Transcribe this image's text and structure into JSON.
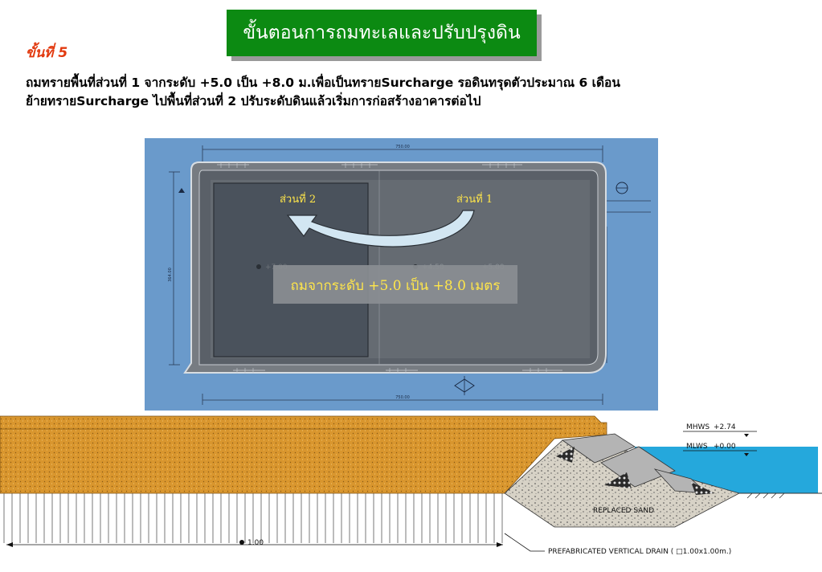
{
  "header": {
    "title": "ขั้นตอนการถมทะเลและปรับปรุงดิน",
    "step": "ขั้นที่ 5",
    "description_line1": "ถมทรายพื้นที่ส่วนที่ 1 จากระดับ +5.0 เป็น +8.0 ม.เพื่อเป็นทรายSurcharge รอดินทรุดตัวประมาณ 6 เดือน",
    "description_line2": "ย้ายทรายSurcharge ไปพื้นที่ส่วนที่ 2 ปรับระดับดินแล้วเริ่มการก่อสร้างอาคารต่อไป"
  },
  "plan": {
    "dim_top": "750.00",
    "dim_bottom": "750.00",
    "dim_left": "364.00",
    "zone2_label": "ส่วนที่ 2",
    "zone1_label": "ส่วนที่ 1",
    "fill_label": "ถมจากระดับ +5.0 เป็น +8.0 เมตร",
    "level_a": "+7.00",
    "level_b": "+4.50",
    "level_c": "+5.00",
    "colors": {
      "water": "#6a9acb",
      "zone2": "#4a525c",
      "zone1": "#626870",
      "label_box": "#8a8e92",
      "label_text": "#ffe64a"
    }
  },
  "section": {
    "mhws_label": "MHWS",
    "mhws_value": "+2.74",
    "mlws_label": "MLWS",
    "mlws_value": "+0.00",
    "replaced_sand": "REPLACED SAND",
    "spacing": "1.00",
    "pvd_label": "PREFABRICATED VERTICAL DRAIN ( □1.00x1.00m.)",
    "colors": {
      "fill": "#d9962e",
      "sea": "#25a8dc",
      "rock": "#b4b4b4"
    }
  }
}
